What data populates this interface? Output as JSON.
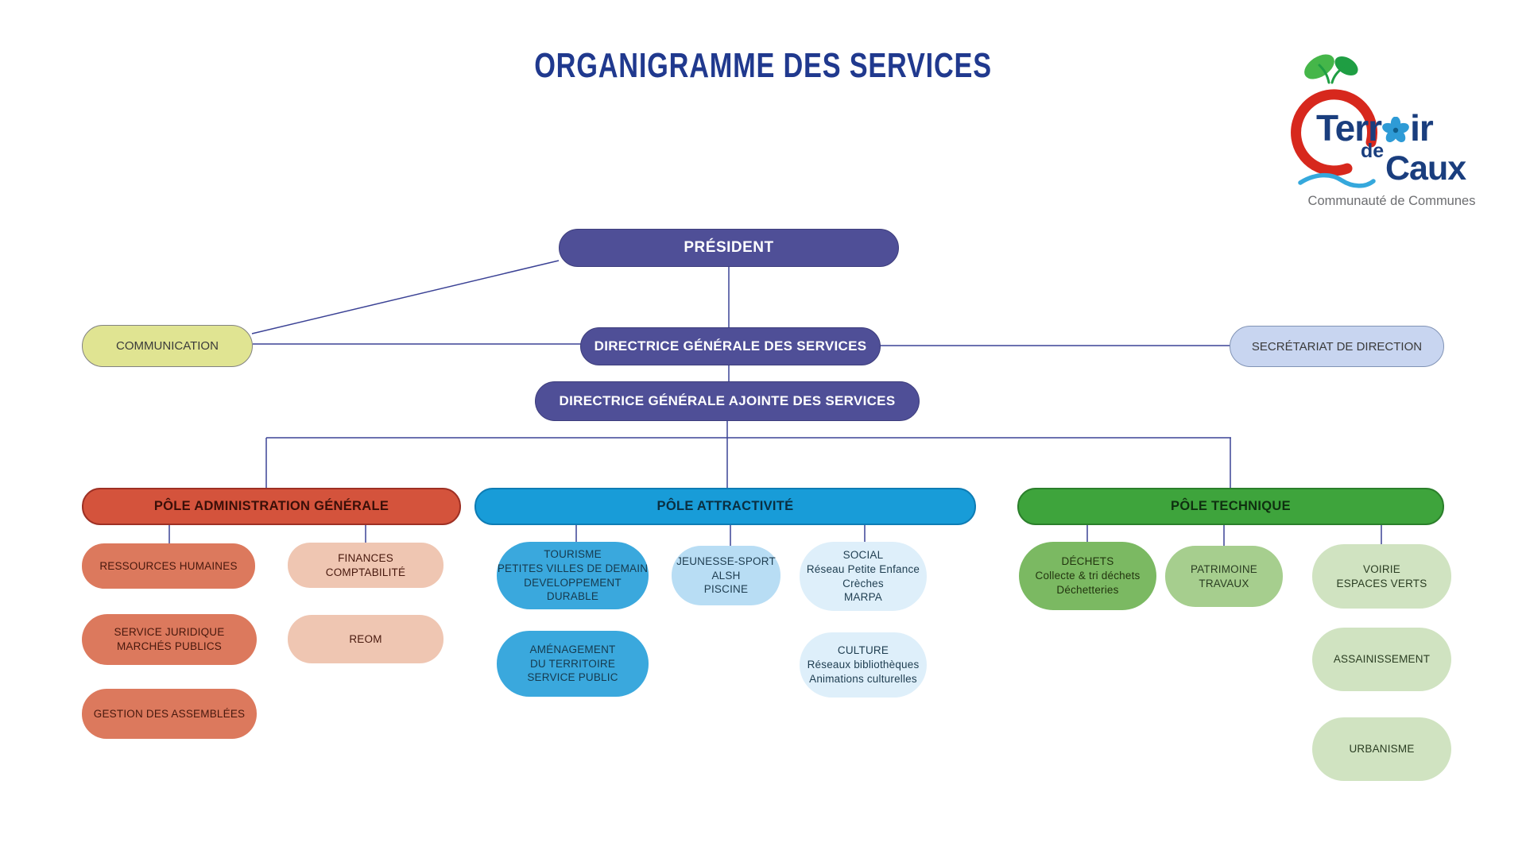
{
  "title": "ORGANIGRAMME DES SERVICES",
  "logo": {
    "name_part1": "Terr",
    "name_part2": "ir",
    "name_de": "de",
    "name_caux": "Caux",
    "subtitle": "Communauté de Communes",
    "colors": {
      "ring": "#D7281D",
      "leaf_light": "#45B649",
      "leaf_dark": "#1F9E43",
      "flower": "#2E9BD6",
      "text": "#1A3E7E",
      "wave": "#35A8DC",
      "subtitle_text": "#6D6E71"
    }
  },
  "direction": {
    "president": {
      "label": "PRÉSIDENT",
      "color": "#4F4F97"
    },
    "communication": {
      "label": "COMMUNICATION",
      "color": "#E0E492"
    },
    "dgs": {
      "label": "DIRECTRICE GÉNÉRALE DES SERVICES",
      "color": "#4F4F97"
    },
    "secretariat": {
      "label": "SECRÉTARIAT DE DIRECTION",
      "color": "#C8D5F0"
    },
    "dga": {
      "label": "DIRECTRICE GÉNÉRALE AJOINTE DES SERVICES",
      "color": "#4F4F97"
    }
  },
  "poles": [
    {
      "name": "PÔLE ADMINISTRATION GÉNÉRALE",
      "color": "#D4533C",
      "services": [
        {
          "label": "RESSOURCES HUMAINES",
          "color": "#DC795D"
        },
        {
          "label": "FINANCES\nCOMPTABILITÉ",
          "color": "#EFC6B2"
        },
        {
          "label": "SERVICE JURIDIQUE\nMARCHÉS PUBLICS",
          "color": "#DC795D"
        },
        {
          "label": "REOM",
          "color": "#EFC6B2"
        },
        {
          "label": "GESTION DES ASSEMBLÉES",
          "color": "#DC795D"
        }
      ]
    },
    {
      "name": "PÔLE ATTRACTIVITÉ",
      "color": "#189CD8",
      "services": [
        {
          "label": "TOURISME\nPETITES VILLES DE DEMAIN\nDEVELOPPEMENT DURABLE",
          "color": "#3AA8DD"
        },
        {
          "label": "JEUNESSE-SPORT\nALSH\nPISCINE",
          "color": "#B8DDF4"
        },
        {
          "label": "SOCIAL\nRéseau Petite Enfance\nCrèches\nMARPA",
          "color": "#DEEFFA"
        },
        {
          "label": "AMÉNAGEMENT\nDU TERRITOIRE\nSERVICE PUBLIC",
          "color": "#3AA8DD"
        },
        {
          "label": "CULTURE\nRéseaux bibliothèques\nAnimations culturelles",
          "color": "#DEEFFA"
        }
      ]
    },
    {
      "name": "PÔLE TECHNIQUE",
      "color": "#3EA43C",
      "services": [
        {
          "label": "DÉCHETS\nCollecte & tri déchets\nDéchetteries",
          "color": "#7BB962"
        },
        {
          "label": "PATRIMOINE\nTRAVAUX",
          "color": "#A6CE8E"
        },
        {
          "label": "VOIRIE\nESPACES VERTS",
          "color": "#D0E3C1"
        },
        {
          "label": "ASSAINISSEMENT",
          "color": "#D0E3C1"
        },
        {
          "label": "URBANISME",
          "color": "#D0E3C1"
        }
      ]
    }
  ],
  "connector_color": "#3B4295"
}
